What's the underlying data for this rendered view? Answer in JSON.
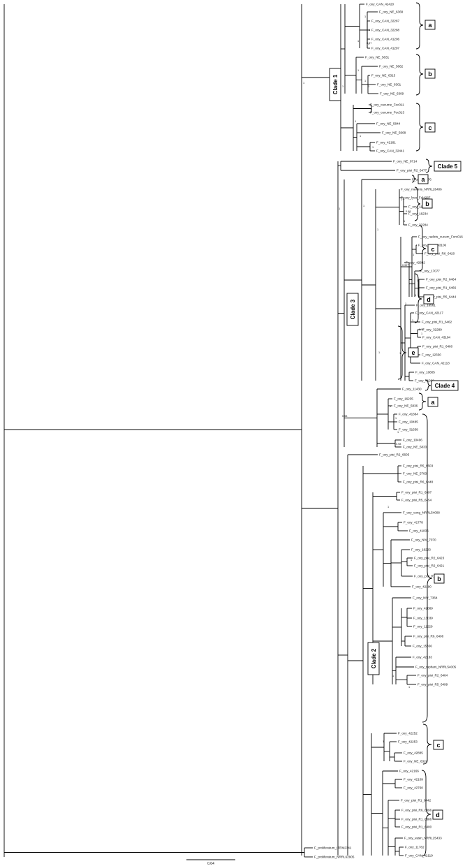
{
  "tree": {
    "leaves": [
      "F_oxy_CAN_42420",
      "F_oxy_NE_6368",
      "F_oxy_CAN_32287",
      "F_oxy_CAN_32288",
      "F_oxy_CAN_41206",
      "F_oxy_CAN_41297",
      "F_oxy_NE_5831",
      "F_oxy_NE_5862",
      "F_oxy_NE_6313",
      "F_oxy_NE_6301",
      "F_oxy_NE_6309",
      "F_oxy_cucume_Foc011",
      "F_oxy_cucume_Foc013",
      "F_oxy_NE_5844",
      "F_oxy_NE_5668",
      "F_oxy_42181",
      "F_oxy_CAN_32441",
      "F_oxy_NE_8714",
      "F_oxy_pisi_R2_6477",
      "F_oxy_43176",
      "F_oxy_melonis_NRRL26406",
      "F_oxy_lyco_Fol4287",
      "F_oxy_11661",
      "F_oxy_16234",
      "F_oxy_32284",
      "F_oxy_radicis_cucum_Forc016",
      "F_oxy_CAN_43106",
      "F_oxy_pisi_R6_6420",
      "F_oxy_42882",
      "F_oxy_17077",
      "F_oxy_pisi_R2_6464",
      "F_oxy_pisi_R1_6466",
      "F_oxy_pisi_R5_6444",
      "F_oxy_16561",
      "F_oxy_CAN_42117",
      "F_oxy_pisi_R1_6462",
      "F_oxy_32289",
      "F_oxy_CAN_43184",
      "F_oxy_pisi_R1_6460",
      "F_oxy_12330",
      "F_oxy_CAN_42118",
      "F_oxy_10805",
      "F_oxy_41929",
      "F_oxy_11430",
      "F_oxy_16235",
      "F_oxy_NE_5836",
      "F_oxy_41884",
      "F_oxy_10485",
      "F_oxy_31638",
      "F_oxy_10406",
      "F_oxy_NE_5833",
      "F_oxy_pisi_R2_6605",
      "F_oxy_pisi_R5_6503",
      "F_oxy_NE_5783",
      "F_oxy_pisi_R6_6448",
      "F_oxy_pisi_R1_6397",
      "F_oxy_pisi_R5_6454",
      "F_oxy_cong_NRRL54008",
      "F_oxy_41778",
      "F_oxy_41836",
      "F_oxy_NIV_7070",
      "F_oxy_19293",
      "F_oxy_pisi_R2_6423",
      "F_oxy_pisi_R2_6421",
      "F_oxy_pisi_R1_6416",
      "F_oxy_42190",
      "F_oxy_NIV_7364",
      "F_oxy_42889",
      "F_oxy_13039",
      "F_oxy_11229",
      "F_oxy_pisi_R6_6408",
      "F_oxy_15356",
      "F_oxy_42183",
      "F_oxy_raphani_NRRL54005",
      "F_oxy_pisi_R2_6464",
      "F_oxy_pisi_R5_6499",
      "F_oxy_42252",
      "F_oxy_42253",
      "F_oxy_42885",
      "F_oxy_NE_6324",
      "F_oxy_42166",
      "F_oxy_42109",
      "F_oxy_42760",
      "F_oxy_pisi_R1_6442",
      "F_oxy_pisi_R6_6396",
      "F_oxy_pisi_R1_6386",
      "F_oxy_pisi_R1_6400",
      "F_oxy_vasin_NRRL25433",
      "F_oxy_11782",
      "F_oxy_CAN_42119",
      "F_proliferatum_ITEM2341",
      "F_proliferatum_NRRL62905"
    ],
    "supports": [
      "1",
      "1",
      "1",
      "1",
      "1",
      "1",
      "1",
      "0.97",
      "1",
      "1",
      "1",
      "1",
      "1",
      "1",
      "1",
      "1",
      "1",
      "1",
      "1",
      "0.98",
      "1",
      "0.99",
      "1",
      "1",
      "1",
      "1",
      "1",
      "0.99",
      "1",
      "1",
      "1",
      "1",
      "1",
      "0.98",
      "1",
      "0.98",
      "1",
      "1",
      "1",
      "1",
      "1"
    ]
  },
  "clades": {
    "clade1": "Clade 1",
    "clade2": "Clade 2",
    "clade3": "Clade 3",
    "clade4": "Clade 4",
    "clade5": "Clade 5"
  },
  "subclades": {
    "c1a": "a",
    "c1b": "b",
    "c1c": "c",
    "c3a": "a",
    "c3b": "b",
    "c3c": "c",
    "c3d": "d",
    "c3e": "e",
    "c2a": "a",
    "c2b": "b",
    "c2c": "c",
    "c2d": "d"
  },
  "scale": {
    "label": "0.04"
  }
}
